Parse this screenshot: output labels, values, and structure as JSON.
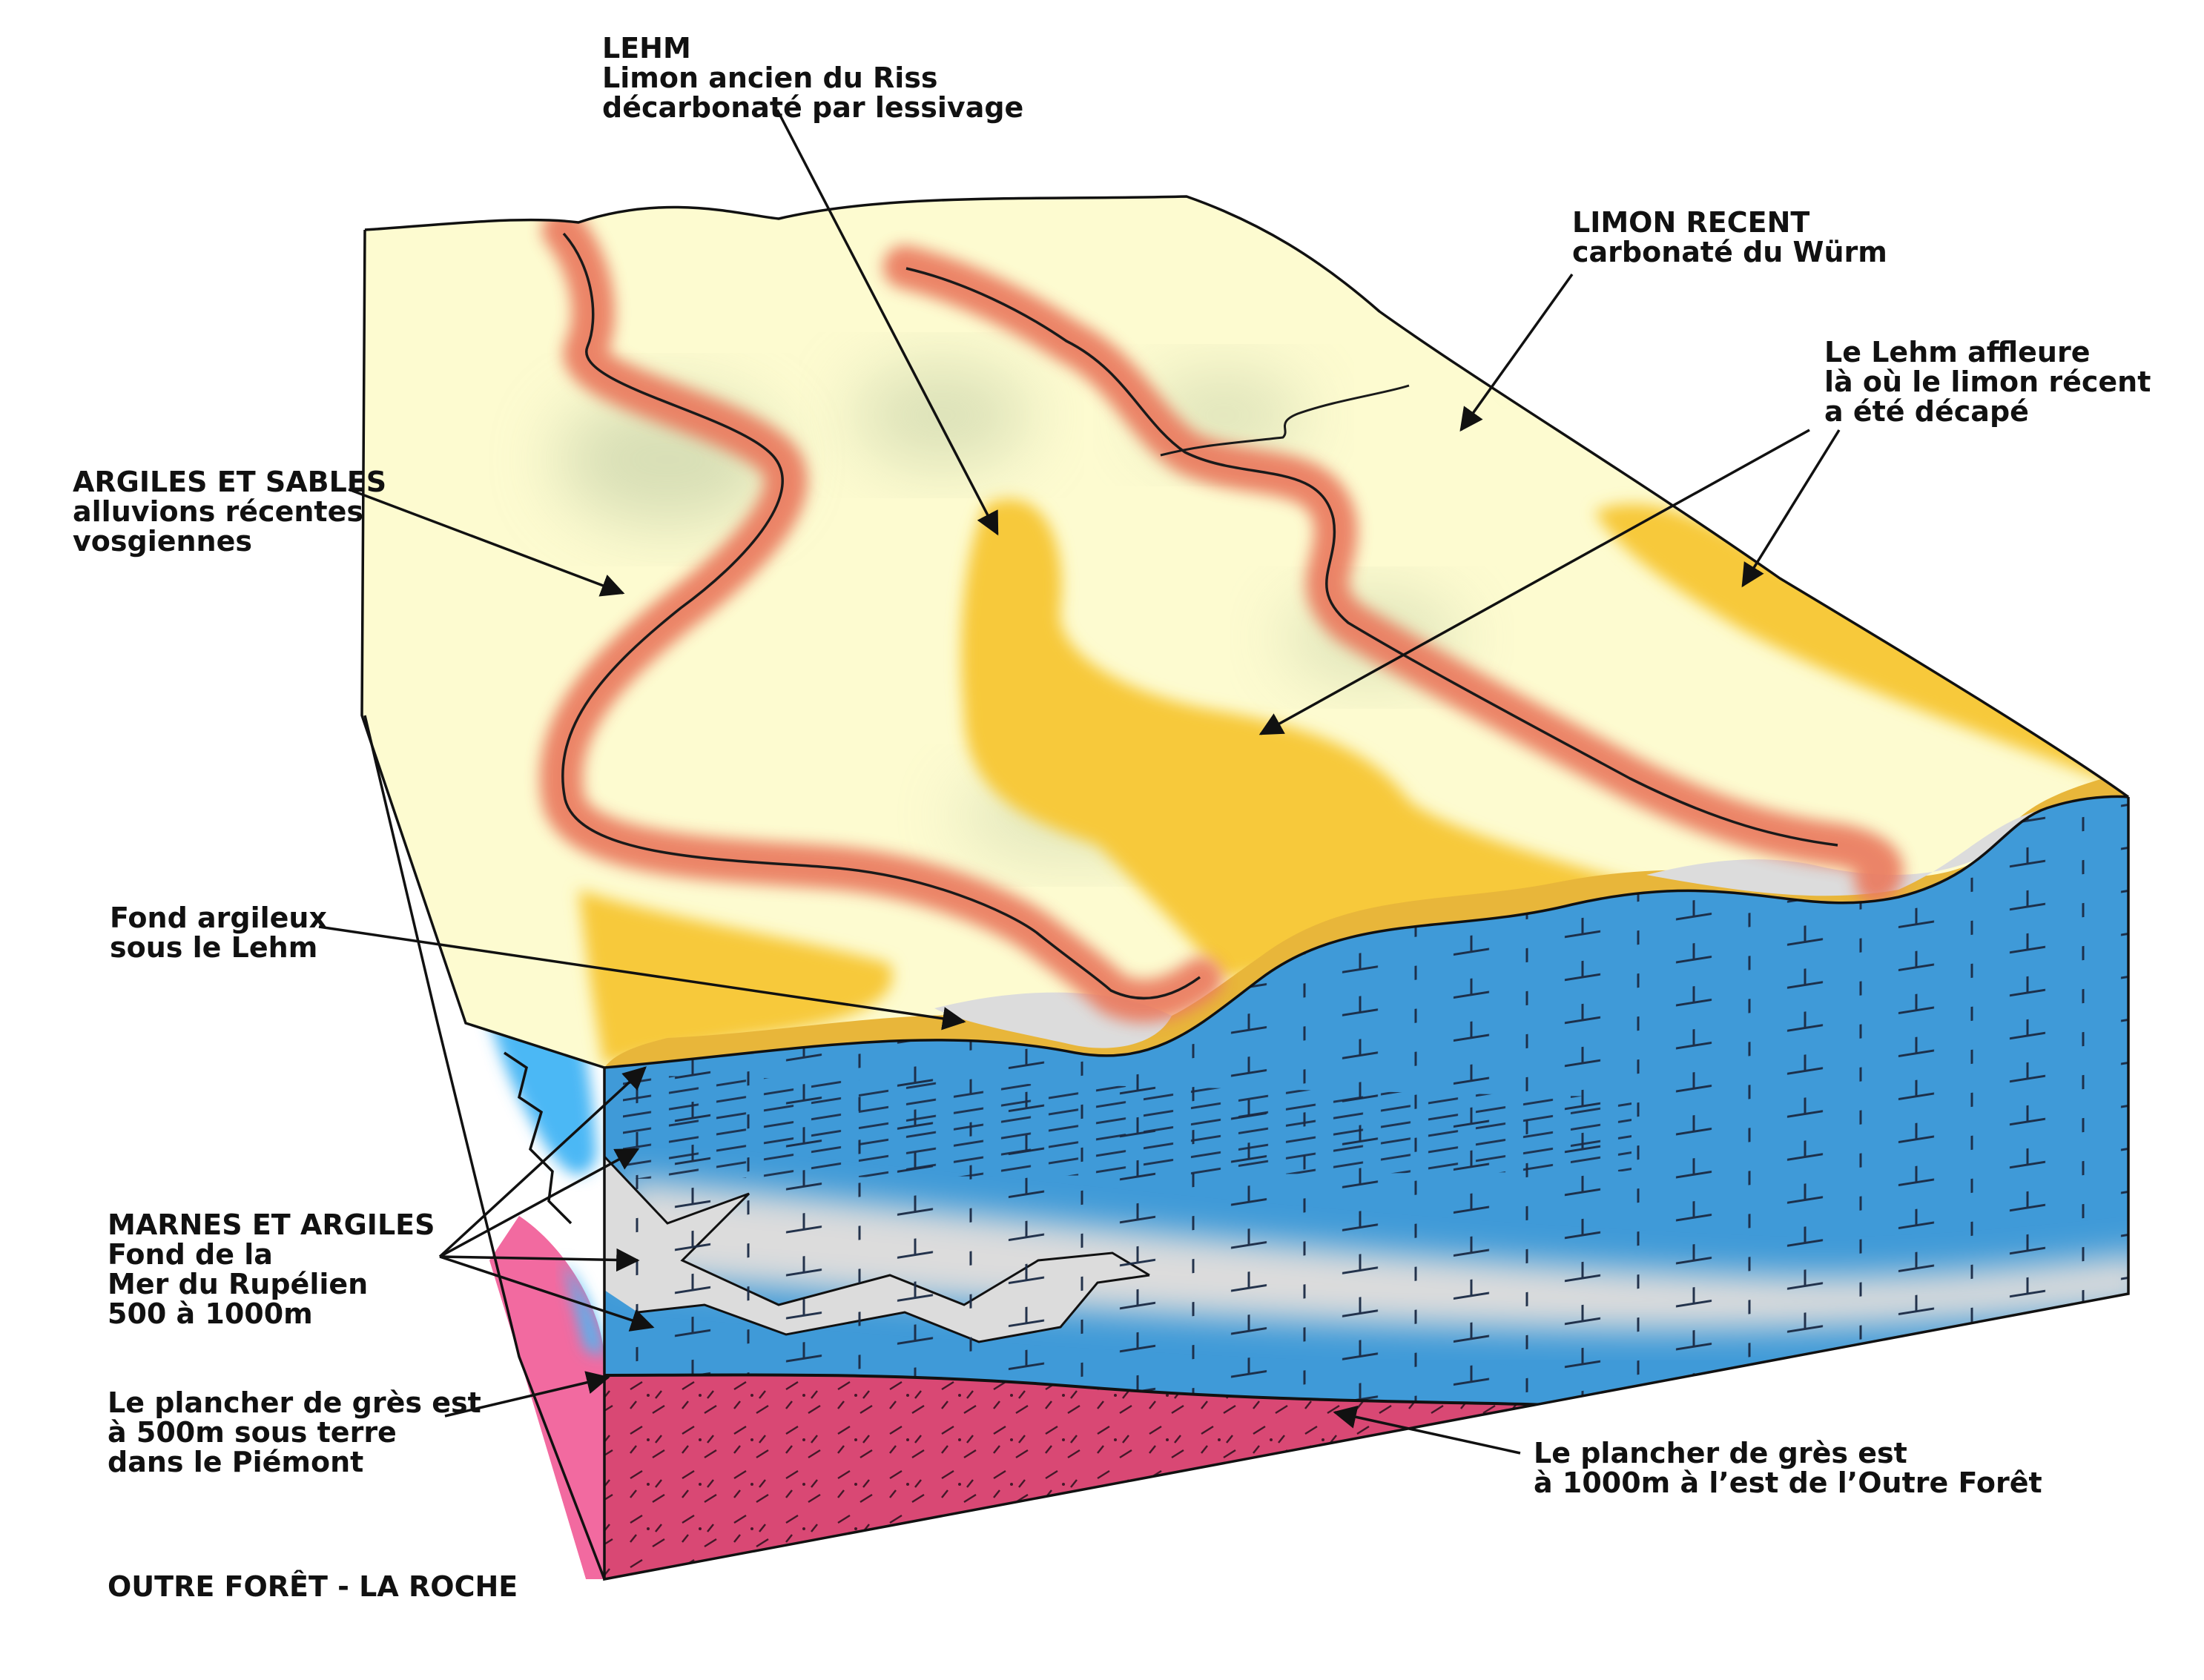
{
  "labels": {
    "lehm": {
      "title": "LEHM",
      "lines": [
        "Limon ancien du Riss",
        "décarbonaté par lessivage"
      ]
    },
    "limon_recent": {
      "title": "LIMON RECENT",
      "lines": [
        "carbonaté du Würm"
      ]
    },
    "lehm_affleure": {
      "lines": [
        "Le Lehm affleure",
        "là où le limon récent",
        "a été décapé"
      ]
    },
    "argiles_sables": {
      "title": "ARGILES ET SABLES",
      "lines": [
        "alluvions récentes",
        "vosgiennes"
      ]
    },
    "fond_argileux": {
      "lines": [
        "Fond argileux",
        "sous le Lehm"
      ]
    },
    "marnes_argiles": {
      "title": "MARNES ET ARGILES",
      "lines": [
        "Fond de la",
        "Mer du Rupélien",
        "500 à 1000m"
      ]
    },
    "plancher_piemont": {
      "lines": [
        "Le plancher de grès est",
        "à 500m sous terre",
        "dans le Piémont"
      ]
    },
    "plancher_est": {
      "lines": [
        "Le plancher de grès est",
        "à 1000m à l’est de l’Outre Forêt"
      ]
    },
    "location": {
      "title": "OUTRE FORÊT - LA ROCHE"
    }
  },
  "colors": {
    "limon_recent": "#fdfbd0",
    "lehm": "#f7c93a",
    "alluvions": "#f0856a",
    "marnes": "#3f9ad8",
    "marnes_bright": "#4bb8f5",
    "argile_grise": "#dcdcdc",
    "gres": "#d94874",
    "gres_left": "#f26aa0",
    "outline": "#111111"
  }
}
